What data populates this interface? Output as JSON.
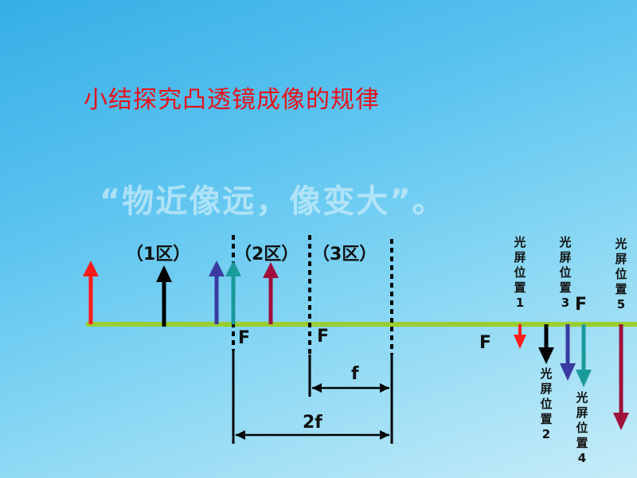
{
  "title": "小结探究凸透镜成像的规律",
  "slogan": "“物近像远，像变大”。",
  "zones": {
    "zone1": "（1区）",
    "zone2": "（2区）",
    "zone3": "（3区）"
  },
  "focal_labels": {
    "f_left_2f": "F",
    "f_left_f": "F",
    "f_right": "F",
    "f_right_upper": "F"
  },
  "dimensions": {
    "f": "f",
    "two_f": "2f"
  },
  "screens": {
    "s1": "光屏位置1",
    "s2": "光屏位置2",
    "s3": "光屏位置3",
    "s4": "光屏位置4",
    "s5": "光屏位置5"
  },
  "colors": {
    "axis": "#9acd32",
    "red": "#ff1a1a",
    "black": "#000000",
    "blue": "#3a3aa0",
    "teal": "#1a9a9a",
    "maroon": "#a0103a"
  }
}
